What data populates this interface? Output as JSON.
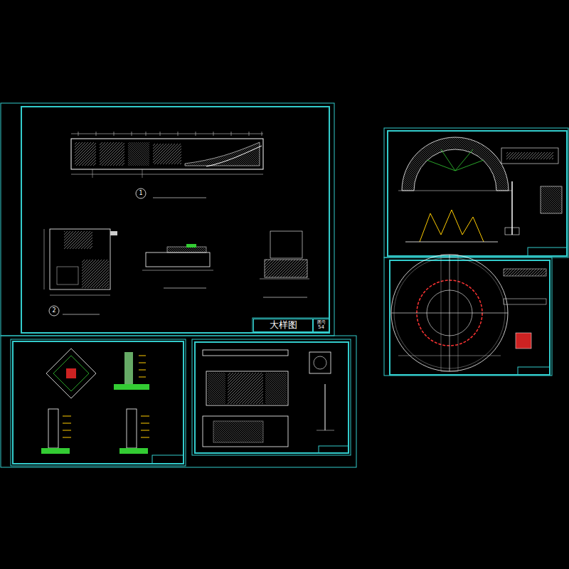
{
  "diagram": {
    "nodes": [
      {
        "text": [
          "大样图"
        ]
      },
      {
        "text": [
          "图号",
          "54"
        ]
      }
    ],
    "labels": [
      "1",
      "2"
    ]
  }
}
